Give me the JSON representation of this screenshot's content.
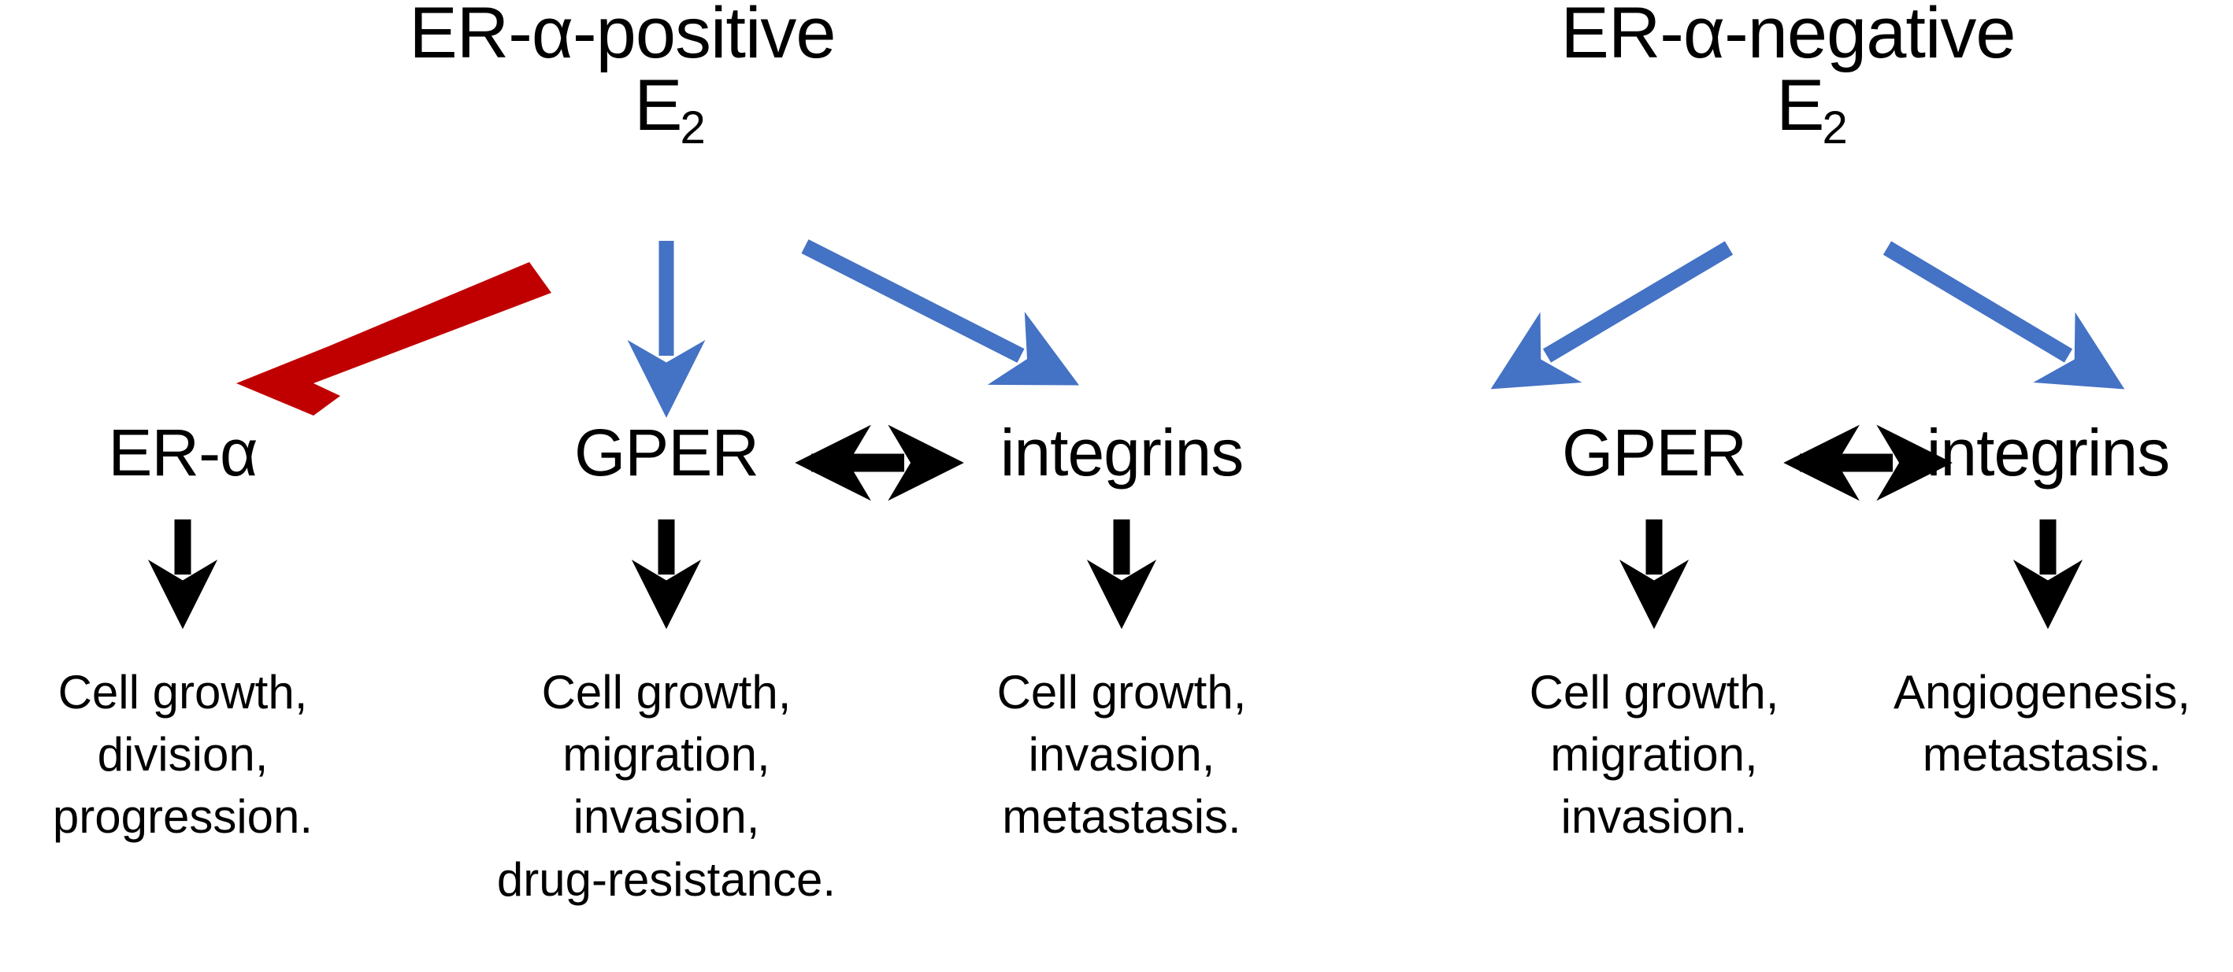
{
  "figure": {
    "type": "signaling-pathway-diagram",
    "background": "#ffffff",
    "colors": {
      "red_arrow": "#C00000",
      "blue_arrow": "#4472C4",
      "black_arrow": "#000000",
      "text": "#000000"
    }
  },
  "panels": [
    {
      "id": "er-alpha-positive",
      "title": "ER-α-positive",
      "ligand": {
        "symbol": "E",
        "subscript": "2"
      },
      "receptors": [
        {
          "id": "er-alpha",
          "label": "ER-α"
        },
        {
          "id": "gper",
          "label": "GPER"
        },
        {
          "id": "integrins",
          "label": "integrins"
        }
      ],
      "interaction_label": "↔",
      "outcomes": [
        {
          "for": "er-alpha",
          "text": "Cell growth,\ndivision,\nprogression."
        },
        {
          "for": "gper",
          "text": "Cell growth,\nmigration,\ninvasion,\ndrug-resistance."
        },
        {
          "for": "integrins",
          "text": "Cell growth,\ninvasion,\nmetastasis."
        }
      ],
      "edges": [
        {
          "from": "E2",
          "to": "er-alpha",
          "color": "#C00000",
          "style": "thick-tapered"
        },
        {
          "from": "E2",
          "to": "gper",
          "color": "#4472C4",
          "style": "straight-down"
        },
        {
          "from": "E2",
          "to": "integrins",
          "color": "#4472C4",
          "style": "diagonal"
        },
        {
          "from": "gper",
          "to": "integrins",
          "color": "#000000",
          "style": "double-headed"
        }
      ]
    },
    {
      "id": "er-alpha-negative",
      "title": "ER-α-negative",
      "ligand": {
        "symbol": "E",
        "subscript": "2"
      },
      "receptors": [
        {
          "id": "gper-n",
          "label": "GPER"
        },
        {
          "id": "integrins-n",
          "label": "integrins"
        }
      ],
      "interaction_label": "↔",
      "outcomes": [
        {
          "for": "gper-n",
          "text": "Cell growth,\nmigration,\ninvasion."
        },
        {
          "for": "integrins-n",
          "text": "Angiogenesis,\nmetastasis."
        }
      ],
      "edges": [
        {
          "from": "E2",
          "to": "gper-n",
          "color": "#4472C4",
          "style": "diagonal"
        },
        {
          "from": "E2",
          "to": "integrins-n",
          "color": "#4472C4",
          "style": "diagonal"
        },
        {
          "from": "gper-n",
          "to": "integrins-n",
          "color": "#000000",
          "style": "double-headed"
        }
      ]
    }
  ]
}
